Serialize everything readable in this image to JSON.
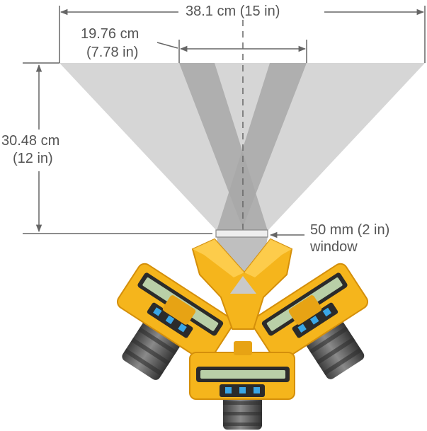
{
  "labels": {
    "total_width": "38.1 cm (15 in)",
    "inner_width_cm": "19.76 cm",
    "inner_width_in": "(7.78 in)",
    "height_cm": "30.48 cm",
    "height_in": "(12 in)",
    "window_size": "50 mm (2 in)",
    "window_word": "window"
  },
  "colors": {
    "text": "#555555",
    "dimension_line": "#666666",
    "outer_beam": "#d6d6d6",
    "inner_beam": "#a8a8a8",
    "inner_beam_overlap": "#8c8c8c",
    "housing_yellow": "#f5b51c",
    "housing_light": "#ffd257",
    "housing_dark": "#d48f0a",
    "rim_black": "#2b2b2b",
    "lens_green": "#b9cfa7",
    "led_blue": "#3aa6e6",
    "barrel_gray": "#5e5e5e"
  }
}
